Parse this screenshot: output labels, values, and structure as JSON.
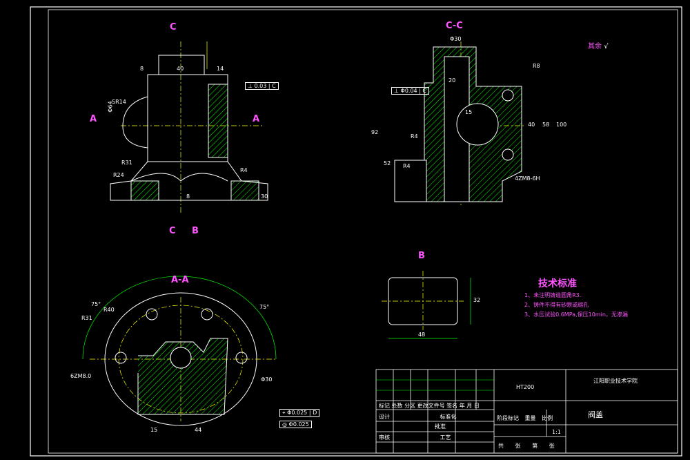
{
  "views": {
    "front": {
      "section_label_top": "C",
      "section_label_bottom": "C",
      "cut_label_left": "A",
      "cut_label_right": "A",
      "cut_label_b": "B",
      "dims": {
        "width": "40",
        "left_offset": "8",
        "right_offset": "14",
        "sr": "SR14",
        "r31": "R31",
        "r24": "R24",
        "r4": "R4",
        "h8": "8",
        "h30": "30",
        "d64": "Φ64"
      },
      "tolerance": {
        "value": "0.03",
        "datum": "C"
      }
    },
    "section_cc": {
      "title": "C-C",
      "dims": {
        "top": "Φ30",
        "r8": "R8",
        "r4a": "R4",
        "r4b": "R4",
        "h92": "92",
        "h52": "52",
        "h40": "40",
        "h58": "58",
        "h100": "100",
        "d15": "15",
        "thread": "4ZM8-6H",
        "d20": "20"
      },
      "tolerance": {
        "value": "Φ0.04",
        "datum": "C"
      }
    },
    "view_b": {
      "title": "B",
      "width": "48",
      "height": "32"
    },
    "section_aa": {
      "title": "A-A",
      "dims": {
        "r31": "R31",
        "r40": "R40",
        "a1": "75°",
        "a2": "75°",
        "d1": "6ZM8.0",
        "w15": "15",
        "w44": "44",
        "h30": "Φ30"
      },
      "tolerances": [
        {
          "value": "Φ0.025",
          "datum": "D"
        },
        {
          "value": "Φ0.025",
          "datum": ""
        }
      ]
    }
  },
  "surface_finish": "其余",
  "notes": {
    "title": "技术标准",
    "items": [
      "1、未注明铸造圆角R3.",
      "2、铸件不得有砂眼或缩孔",
      "3、水压试验0.6MPa,保压10min，无渗漏"
    ]
  },
  "title_block": {
    "material": "HT200",
    "company": "江阳职业技术学院",
    "part_name": "阀盖",
    "scale_label": "比例",
    "scale": "1:1",
    "header_row": [
      "标记",
      "处数",
      "分区",
      "更改文件号",
      "签名",
      "年",
      "月",
      "日"
    ],
    "row_design": [
      "设计",
      "标准化"
    ],
    "row_review": [
      "审核",
      "工艺"
    ],
    "row_approve": [
      "批准"
    ],
    "stage_labels": [
      "阶段标记",
      "重量",
      "比例"
    ],
    "sheet": [
      "共",
      "张",
      "第",
      "张"
    ]
  },
  "colors": {
    "outline": "#ffffff",
    "hatch": "#00ff00",
    "center": "#ffff00",
    "dim": "#00ff00",
    "text": "#ff55ff",
    "border": "#ffffff"
  }
}
